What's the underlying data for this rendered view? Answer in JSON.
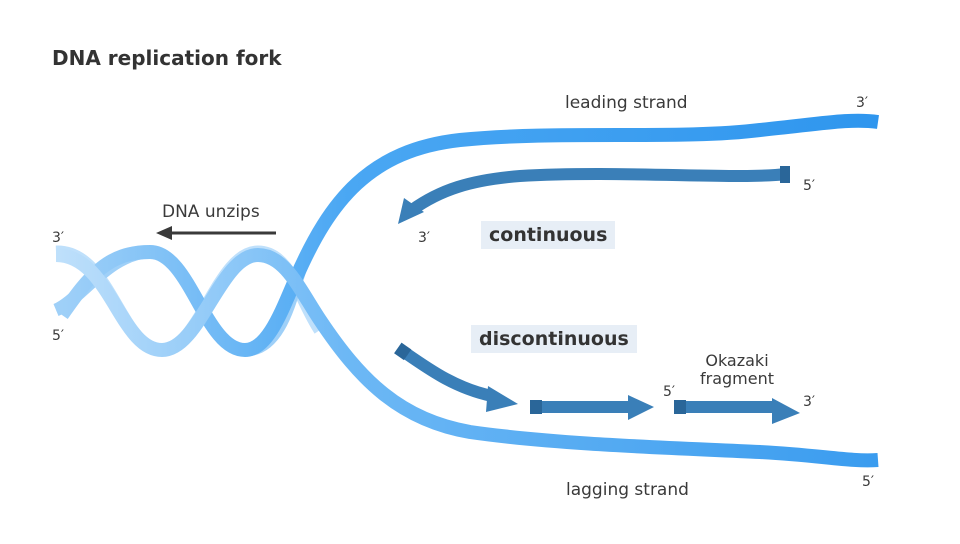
{
  "title": "DNA replication fork",
  "labels": {
    "leading_strand": "leading strand",
    "lagging_strand": "lagging strand",
    "dna_unzips": "DNA unzips",
    "continuous": "continuous",
    "discontinuous": "discontinuous",
    "okazaki_line1": "Okazaki",
    "okazaki_line2": "fragment"
  },
  "ends": {
    "leading_top_right": "3′",
    "new_leading_right": "5′",
    "new_leading_left": "3′",
    "helix_top_left": "3′",
    "helix_bottom_left": "5′",
    "fragment_start": "5′",
    "fragment_end": "3′",
    "lagging_bottom_right": "5′"
  },
  "colors": {
    "parent_strand": "#4da6f2",
    "parent_strand_dark": "#2e8fe6",
    "helix_light": "#bfe0fb",
    "new_strand": "#3a7fb8",
    "new_strand_cap": "#2a6699",
    "unzip_arrow": "#3a3a3a",
    "label_box": "#e7eef6"
  }
}
